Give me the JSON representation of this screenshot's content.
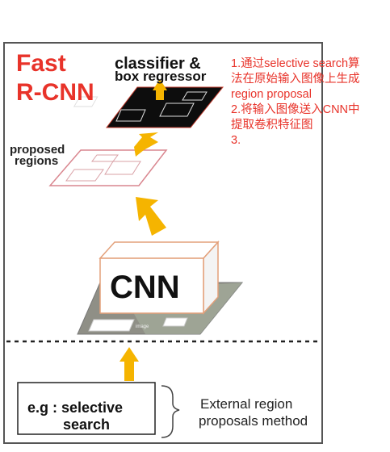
{
  "diagram": {
    "title_line1": "Fast",
    "title_line2": "R-CNN",
    "classifier_line1": "classifier &",
    "classifier_line2": "box regressor",
    "proposed_line1": "proposed",
    "proposed_line2": "regions",
    "cnn_label": "CNN",
    "image_label": "image",
    "selective_line1": "e.g : selective",
    "selective_line2": "search",
    "external_line1": "External region",
    "external_line2": "proposals method",
    "colors": {
      "title": "#e8332a",
      "arrow": "#f5b400",
      "frame": "#555555"
    }
  },
  "notes": {
    "line1": "1.通过selective search算",
    "line2": "法在原始输入图像上生成",
    "line3": "region proposal",
    "line4": "2.将输入图像送入CNN中",
    "line5": "提取卷积特征图",
    "line6": "3."
  }
}
